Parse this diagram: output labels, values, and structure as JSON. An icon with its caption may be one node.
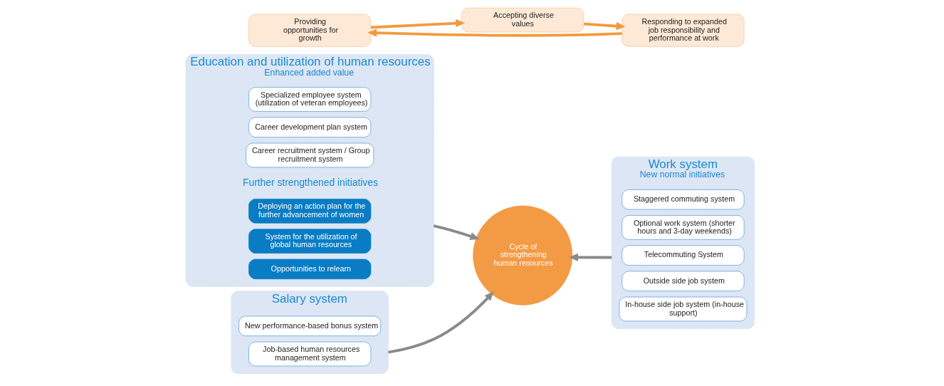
{
  "diagram": {
    "nodes": [
      {
        "text": [
          "Education and utilization of human resources",
          "Enhanced added value"
        ]
      },
      {
        "text": [
          "Specialized employee system (utilization of veteran employees)"
        ],
        "in": 0
      },
      {
        "text": [
          "Career development plan system"
        ],
        "in": 0
      },
      {
        "text": [
          "Career recruitment system / Group recruitment system"
        ],
        "in": 0
      },
      {
        "text": [
          "Deploying an action plan for the further advancement of women"
        ],
        "in": 0
      },
      {
        "text": [
          "System for the utilization of global human resources"
        ],
        "in": 0
      },
      {
        "text": [
          "Opportunities to relearn"
        ],
        "in": 0
      },
      {
        "text": [
          "Providing opportunities for growth"
        ]
      },
      {
        "text": [
          "Accepting diverse values"
        ]
      },
      {
        "text": [
          "Cycle of strengthening human resources"
        ]
      },
      {
        "text": [
          "Responding to expanded job responsibility and performance at work"
        ]
      },
      {
        "text": [
          "Work system",
          "New normal initiatives"
        ]
      },
      {
        "text": [
          "Staggered commuting system"
        ],
        "in": 11
      },
      {
        "text": [
          "Optional work system (shorter hours and 3-day weekends)"
        ],
        "in": 11
      },
      {
        "text": [
          "Telecommuting System"
        ],
        "in": 11
      },
      {
        "text": [
          "Outside side job system"
        ],
        "in": 11
      },
      {
        "text": [
          "In-house side job system (in-house support)"
        ],
        "in": 11
      },
      {
        "text": [
          "Salary system"
        ]
      },
      {
        "text": [
          "New performance-based bonus system"
        ],
        "in": 17
      },
      {
        "text": [
          "Job-based human resources management system"
        ],
        "in": 17
      }
    ],
    "edges": [
      {
        "from": 0,
        "to": 9,
        "arrow": "to",
        "color": "#8a8a8a"
      },
      {
        "from": 11,
        "to": 9,
        "arrow": "to",
        "color": "#8a8a8a"
      },
      {
        "from": 17,
        "to": 9,
        "arrow": "to",
        "color": "#8a8a8a"
      },
      {
        "from": 7,
        "to": 8,
        "arrow": "to",
        "color": "#f39a3e"
      },
      {
        "from": 8,
        "to": 10,
        "arrow": "to",
        "color": "#f39a3e"
      },
      {
        "from": 10,
        "to": 7,
        "arrow": "to",
        "color": "#f39a3e"
      }
    ],
    "labels": [
      "Further strengthened initiatives"
    ]
  }
}
